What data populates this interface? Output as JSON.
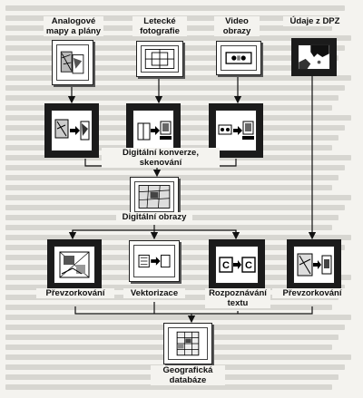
{
  "sources": [
    {
      "label_line1": "Analogové",
      "label_line2": "mapy a plány",
      "icon": "paper-map-icon"
    },
    {
      "label_line1": "Letecké",
      "label_line2": "fotografie",
      "icon": "aerial-photo-icon"
    },
    {
      "label_line1": "Video",
      "label_line2": "obrazy",
      "icon": "video-tape-icon"
    },
    {
      "label_line1": "Údaje  z DPZ",
      "label_line2": "",
      "icon": "satellite-image-icon"
    }
  ],
  "conversion": {
    "label": "Digitální konverze, skenování"
  },
  "digital_images": {
    "label": "Digitální obrazy"
  },
  "processing": [
    {
      "label_line1": "Převzorkování",
      "label_line2": ""
    },
    {
      "label_line1": "Vektorizace",
      "label_line2": ""
    },
    {
      "label_line1": "Rozpoznávání",
      "label_line2": "textu"
    },
    {
      "label_line1": "Převzorkování",
      "label_line2": ""
    }
  ],
  "database": {
    "label_line1": "Geografická",
    "label_line2": "databáze",
    "icon": "database-grid-icon"
  },
  "colors": {
    "frame_dark": "#1b1b1b",
    "line": "#111111",
    "background": "#f4f3ef"
  }
}
